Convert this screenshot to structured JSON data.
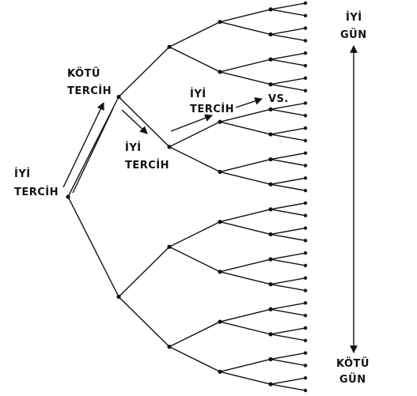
{
  "labels": {
    "start_line1": "İYİ",
    "start_line2": "TERCİH",
    "bad_line1": "KÖTÜ",
    "bad_line2": "TERCİH",
    "good_line1": "İYİ",
    "good_line2": "TERCİH",
    "good2_line1": "İYİ",
    "good2_line2": "TERCİH",
    "etc": "VS.",
    "top_line1": "İYİ",
    "top_line2": "GÜN",
    "bottom_line1": "KÖTÜ",
    "bottom_line2": "GÜN"
  },
  "tree": {
    "depth": 5,
    "branching": 2
  },
  "colors": {
    "ink": "#111111",
    "background": "#ffffff"
  }
}
